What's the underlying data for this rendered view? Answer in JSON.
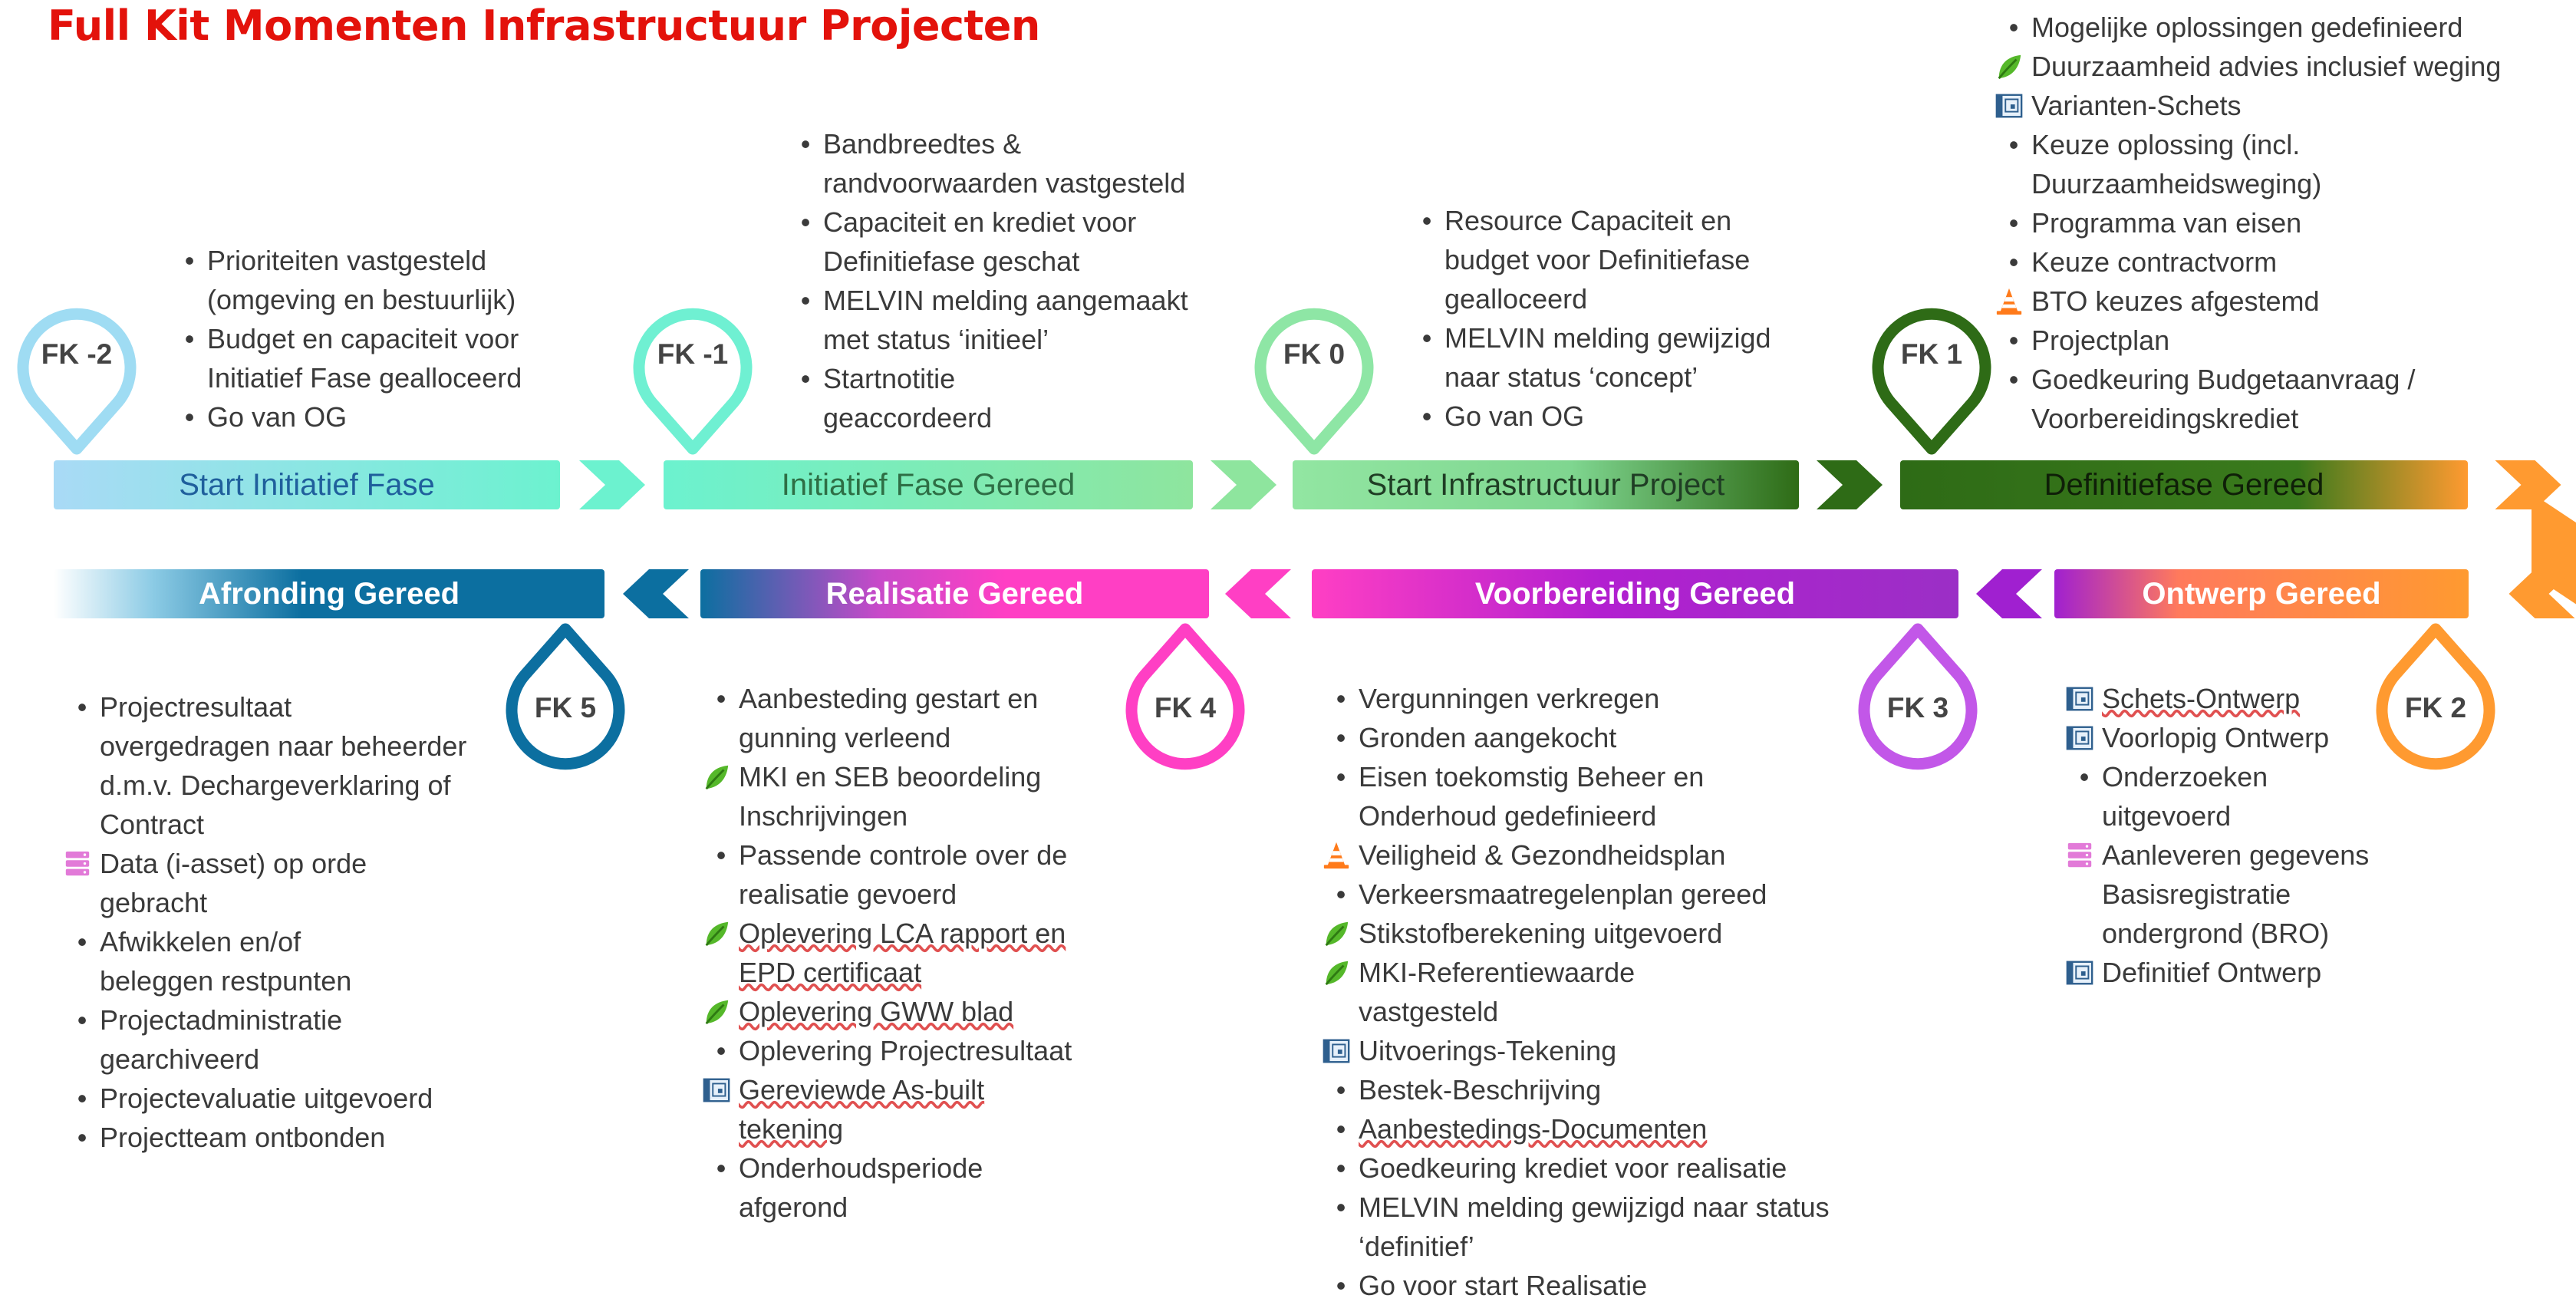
{
  "title": "Full Kit Momenten Infrastructuur Projecten",
  "colors": {
    "title": "#e3120b",
    "fk_minus2": "#9fdcf3",
    "fk_minus1": "#6ff0d2",
    "fk_0": "#8ee6a5",
    "fk_1": "#2e6b16",
    "fk_2": "#ff9a30",
    "fk_3": "#c257e8",
    "fk_4": "#ff3fc4",
    "fk_5": "#0c6fa0"
  },
  "top_bars": [
    {
      "label": "Start Initiatief Fase"
    },
    {
      "label": "Initiatief Fase Gereed"
    },
    {
      "label": "Start Infrastructuur Project"
    },
    {
      "label": "Definitiefase Gereed"
    }
  ],
  "bottom_bars": [
    {
      "label": "Afronding Gereed"
    },
    {
      "label": "Realisatie Gereed"
    },
    {
      "label": "Voorbereiding Gereed"
    },
    {
      "label": "Ontwerp Gereed"
    }
  ],
  "milestones": {
    "fk_minus2": {
      "label": "FK -2",
      "items": [
        {
          "icon": "bullet",
          "lines": [
            "Prioriteiten vastgesteld",
            "(omgeving en bestuurlijk)"
          ]
        },
        {
          "icon": "bullet",
          "lines": [
            "Budget en capaciteit voor",
            "Initiatief Fase gealloceerd"
          ]
        },
        {
          "icon": "bullet",
          "lines": [
            "Go van OG"
          ]
        }
      ]
    },
    "fk_minus1": {
      "label": "FK -1",
      "items": [
        {
          "icon": "bullet",
          "lines": [
            "Bandbreedtes &",
            "randvoorwaarden vastgesteld"
          ]
        },
        {
          "icon": "bullet",
          "lines": [
            "Capaciteit en krediet voor",
            "Definitiefase geschat"
          ]
        },
        {
          "icon": "bullet",
          "lines": [
            "MELVIN melding aangemaakt",
            "met status ‘initieel’"
          ]
        },
        {
          "icon": "bullet",
          "lines": [
            "Startnotitie",
            "geaccordeerd"
          ]
        }
      ]
    },
    "fk_0": {
      "label": "FK 0",
      "items": [
        {
          "icon": "bullet",
          "lines": [
            "Resource Capaciteit en",
            "budget voor Definitiefase",
            "gealloceerd"
          ]
        },
        {
          "icon": "bullet",
          "lines": [
            "MELVIN melding gewijzigd",
            "naar status ‘concept’"
          ]
        },
        {
          "icon": "bullet",
          "lines": [
            "Go van OG"
          ]
        }
      ]
    },
    "fk_1": {
      "label": "FK 1",
      "items": [
        {
          "icon": "bullet",
          "lines": [
            "Mogelijke oplossingen gedefinieerd"
          ]
        },
        {
          "icon": "leaf-icon",
          "lines": [
            "Duurzaamheid advies inclusief weging"
          ]
        },
        {
          "icon": "blueprint-icon",
          "lines": [
            "Varianten-Schets"
          ]
        },
        {
          "icon": "bullet",
          "lines": [
            "Keuze oplossing (incl.",
            "Duurzaamheidsweging)"
          ]
        },
        {
          "icon": "bullet",
          "lines": [
            "Programma van eisen"
          ]
        },
        {
          "icon": "bullet",
          "lines": [
            "Keuze contractvorm"
          ]
        },
        {
          "icon": "traffic-cone-icon",
          "lines": [
            "BTO keuzes afgestemd"
          ]
        },
        {
          "icon": "bullet",
          "lines": [
            "Projectplan"
          ]
        },
        {
          "icon": "bullet",
          "lines": [
            "Goedkeuring Budgetaanvraag /",
            "Voorbereidingskrediet"
          ]
        }
      ]
    },
    "fk_2": {
      "label": "FK 2",
      "items": [
        {
          "icon": "blueprint-icon",
          "lines": [
            "Schets-Ontwerp"
          ],
          "squiggle": true
        },
        {
          "icon": "blueprint-icon",
          "lines": [
            "Voorlopig Ontwerp"
          ]
        },
        {
          "icon": "bullet",
          "lines": [
            "Onderzoeken",
            "uitgevoerd"
          ]
        },
        {
          "icon": "data-icon",
          "lines": [
            "Aanleveren gegevens",
            "Basisregistratie",
            "ondergrond (BRO)"
          ]
        },
        {
          "icon": "blueprint-icon",
          "lines": [
            "Definitief Ontwerp"
          ]
        }
      ]
    },
    "fk_3": {
      "label": "FK 3",
      "items": [
        {
          "icon": "bullet",
          "lines": [
            "Vergunningen verkregen"
          ]
        },
        {
          "icon": "bullet",
          "lines": [
            "Gronden aangekocht"
          ]
        },
        {
          "icon": "bullet",
          "lines": [
            "Eisen toekomstig Beheer en",
            "Onderhoud gedefinieerd"
          ]
        },
        {
          "icon": "traffic-cone-icon",
          "lines": [
            "Veiligheid & Gezondheidsplan"
          ]
        },
        {
          "icon": "bullet",
          "lines": [
            "Verkeersmaatregelenplan gereed"
          ]
        },
        {
          "icon": "leaf-icon",
          "lines": [
            "Stikstofberekening uitgevoerd"
          ]
        },
        {
          "icon": "leaf-icon",
          "lines": [
            "MKI-Referentiewaarde",
            "vastgesteld"
          ]
        },
        {
          "icon": "blueprint-icon",
          "lines": [
            "Uitvoerings-Tekening"
          ]
        },
        {
          "icon": "bullet",
          "lines": [
            "Bestek-Beschrijving"
          ]
        },
        {
          "icon": "bullet",
          "lines": [
            "Aanbestedings-Documenten"
          ],
          "squiggle": true
        },
        {
          "icon": "bullet",
          "lines": [
            "Goedkeuring krediet voor realisatie"
          ]
        },
        {
          "icon": "bullet",
          "lines": [
            "MELVIN melding gewijzigd naar status",
            "‘definitief’"
          ]
        },
        {
          "icon": "bullet",
          "lines": [
            "Go voor start Realisatie"
          ]
        }
      ]
    },
    "fk_4": {
      "label": "FK 4",
      "items": [
        {
          "icon": "bullet",
          "lines": [
            "Aanbesteding gestart en",
            "gunning verleend"
          ]
        },
        {
          "icon": "leaf-icon",
          "lines": [
            "MKI en SEB beoordeling",
            "Inschrijvingen"
          ]
        },
        {
          "icon": "bullet",
          "lines": [
            "Passende controle over de",
            "realisatie gevoerd"
          ]
        },
        {
          "icon": "leaf-icon",
          "lines": [
            "Oplevering LCA rapport en",
            "EPD certificaat"
          ],
          "squiggle": true
        },
        {
          "icon": "leaf-icon",
          "lines": [
            "Oplevering GWW blad"
          ],
          "squiggle": true
        },
        {
          "icon": "bullet",
          "lines": [
            "Oplevering Projectresultaat"
          ]
        },
        {
          "icon": "blueprint-icon",
          "lines": [
            "Gereviewde As-built",
            "tekening"
          ],
          "squiggle": true
        },
        {
          "icon": "bullet",
          "lines": [
            "Onderhoudsperiode",
            "afgerond"
          ]
        }
      ]
    },
    "fk_5": {
      "label": "FK 5",
      "items": [
        {
          "icon": "bullet",
          "lines": [
            "Projectresultaat",
            "overgedragen naar beheerder",
            "d.m.v. Dechargeverklaring of",
            "Contract"
          ]
        },
        {
          "icon": "data-icon",
          "lines": [
            "Data (i-asset) op orde",
            "gebracht"
          ]
        },
        {
          "icon": "bullet",
          "lines": [
            "Afwikkelen en/of",
            "beleggen restpunten"
          ]
        },
        {
          "icon": "bullet",
          "lines": [
            "Projectadministratie",
            "gearchiveerd"
          ]
        },
        {
          "icon": "bullet",
          "lines": [
            "Projectevaluatie uitgevoerd"
          ]
        },
        {
          "icon": "bullet",
          "lines": [
            "Projectteam ontbonden"
          ]
        }
      ]
    }
  }
}
